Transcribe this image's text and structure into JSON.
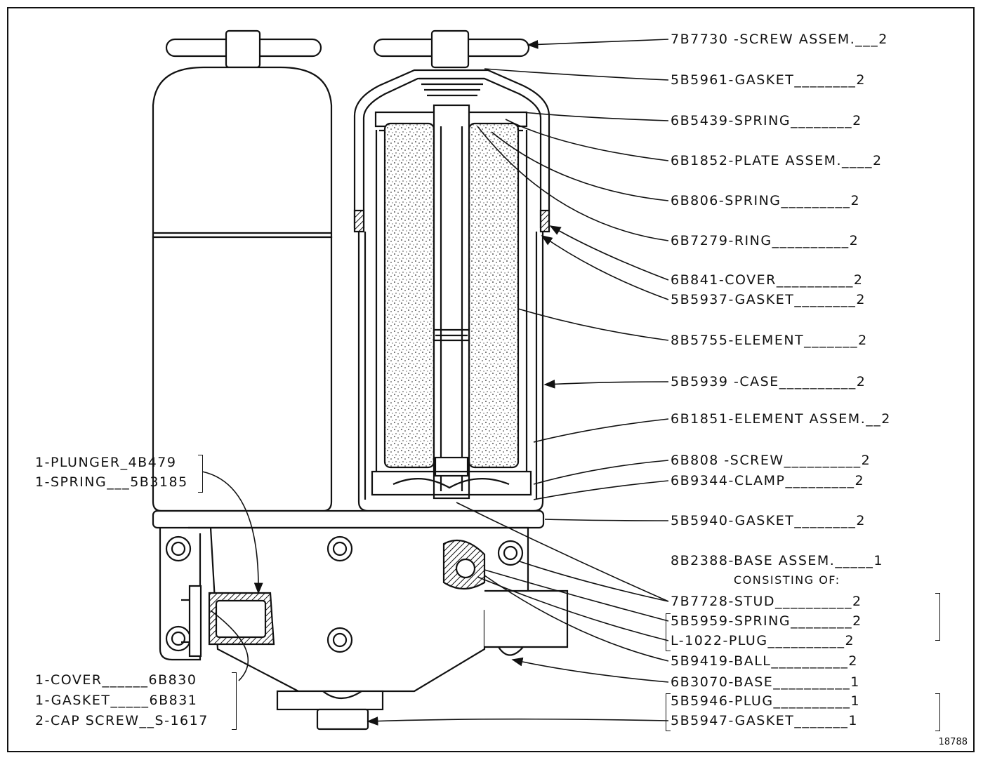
{
  "figure_number": "18788",
  "parts": [
    {
      "text": "7B7730 -SCREW ASSEM.___2"
    },
    {
      "text": "5B5961-GASKET________2"
    },
    {
      "text": "6B5439-SPRING________2"
    },
    {
      "text": "6B1852-PLATE ASSEM.____2"
    },
    {
      "text": "6B806-SPRING_________2"
    },
    {
      "text": "6B7279-RING__________2"
    },
    {
      "text": "6B841-COVER__________2"
    },
    {
      "text": "5B5937-GASKET________2"
    },
    {
      "text": "8B5755-ELEMENT_______2"
    },
    {
      "text": "5B5939 -CASE__________2"
    },
    {
      "text": "6B1851-ELEMENT ASSEM.__2"
    },
    {
      "text": "6B808 -SCREW__________2"
    },
    {
      "text": "6B9344-CLAMP_________2"
    },
    {
      "text": "5B5940-GASKET________2"
    },
    {
      "text": "8B2388-BASE ASSEM._____1"
    },
    {
      "text": "CONSISTING OF:"
    },
    {
      "text": "7B7728-STUD__________2"
    },
    {
      "text": "5B5959-SPRING________2"
    },
    {
      "text": "L-1022-PLUG__________2"
    },
    {
      "text": "5B9419-BALL__________2"
    },
    {
      "text": "6B3070-BASE__________1"
    },
    {
      "text": "5B5946-PLUG__________1"
    },
    {
      "text": "5B5947-GASKET_______1"
    }
  ],
  "left_top": [
    {
      "text": "1-PLUNGER_4B479"
    },
    {
      "text": "1-SPRING___5B3185"
    }
  ],
  "left_bottom": [
    {
      "text": "1-COVER______6B830"
    },
    {
      "text": "1-GASKET_____6B831"
    },
    {
      "text": "2-CAP SCREW__S-1617"
    }
  ]
}
